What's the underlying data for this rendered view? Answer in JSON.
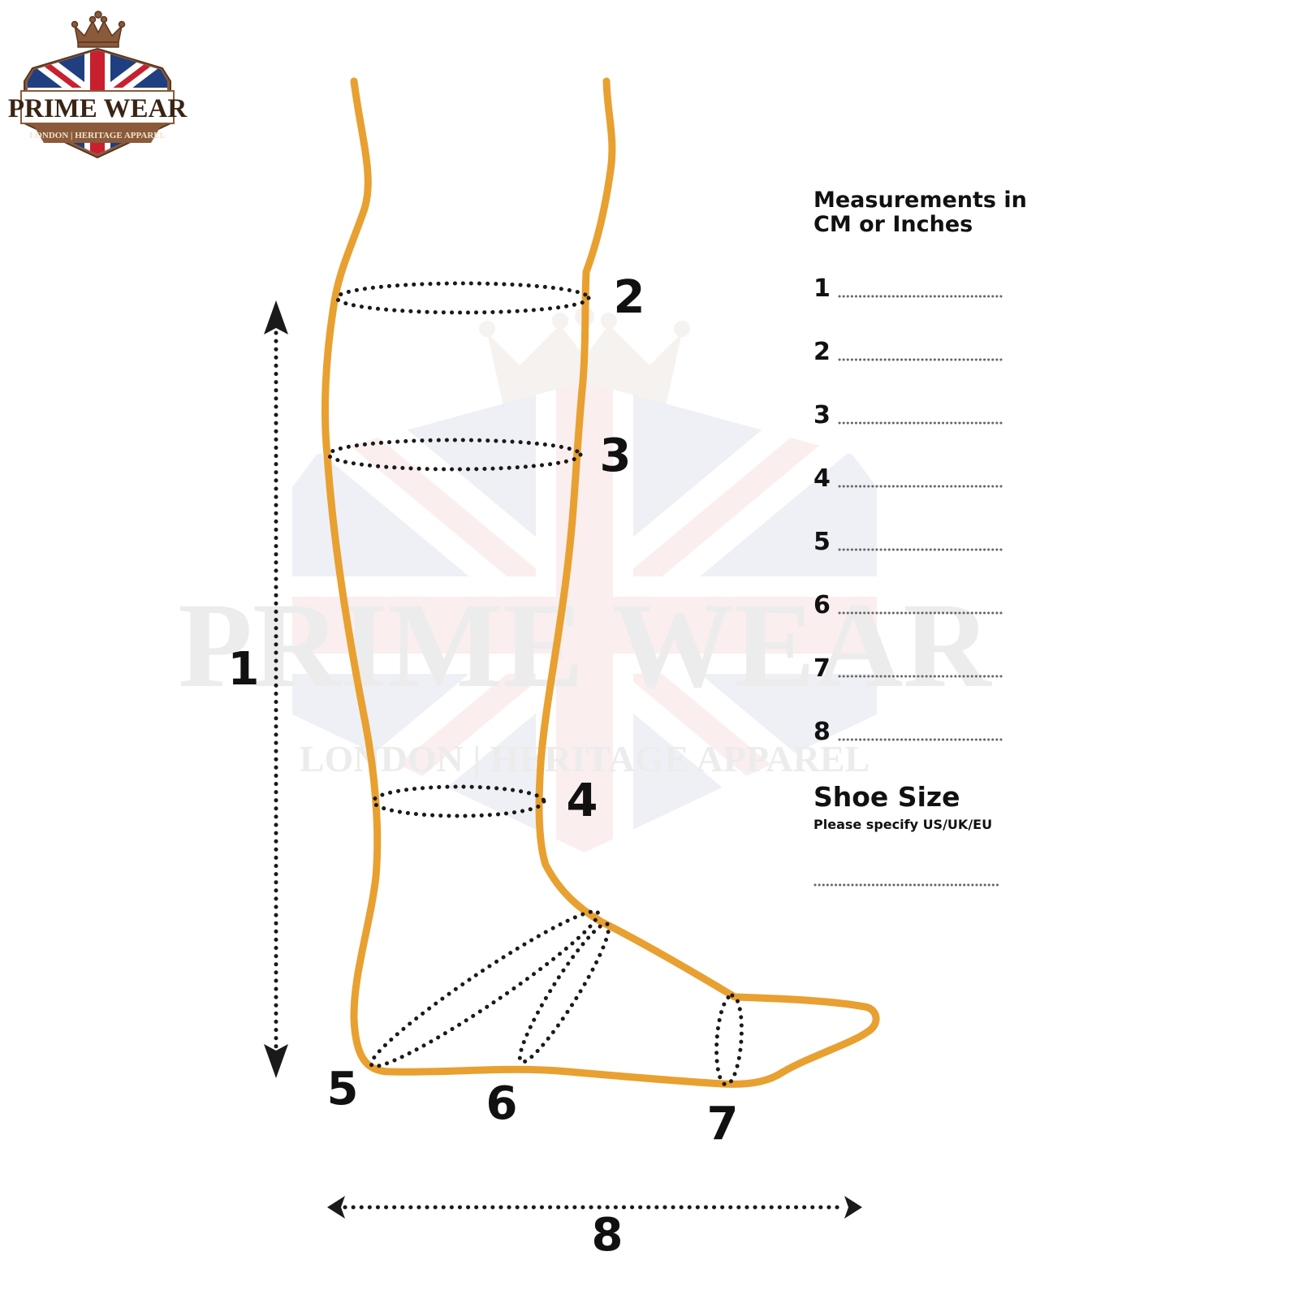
{
  "brand": {
    "name": "PRIME WEAR",
    "tagline": "LONDON | HERITAGE APPAREL",
    "colors": {
      "navy": "#1f3f80",
      "red": "#c8202e",
      "bronze": "#8a5a3a",
      "gold": "#b98a4b"
    }
  },
  "watermark": {
    "name": "PRIME WEAR",
    "tagline": "LONDON | HERITAGE APPAREL"
  },
  "diagram": {
    "outline_color": "#e8a030",
    "labels": {
      "m1": "1",
      "m2": "2",
      "m3": "3",
      "m4": "4",
      "m5": "5",
      "m6": "6",
      "m7": "7",
      "m8": "8"
    }
  },
  "form": {
    "heading_line1": "Measurements in",
    "heading_line2": "CM or Inches",
    "rows": [
      "1",
      "2",
      "3",
      "4",
      "5",
      "6",
      "7",
      "8"
    ],
    "shoe_size_title": "Shoe Size",
    "shoe_size_note": "Please specify US/UK/EU"
  }
}
